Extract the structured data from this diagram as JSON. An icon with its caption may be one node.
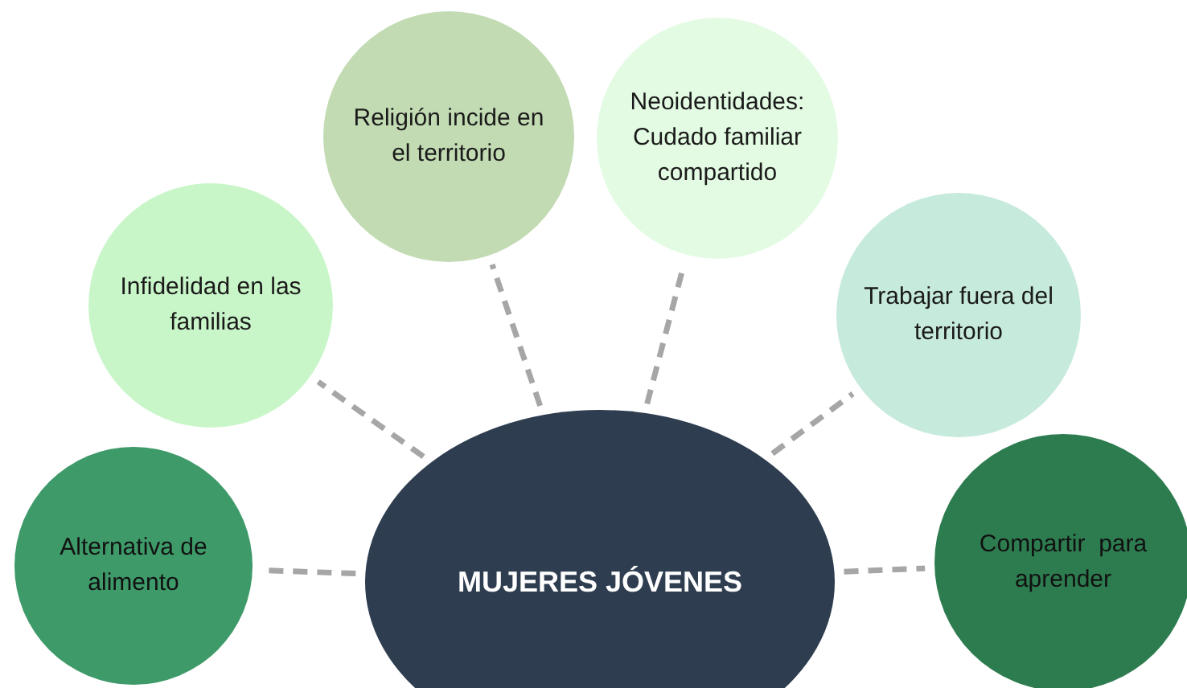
{
  "diagram": {
    "nodes": [
      {
        "text": [
          "Religión incide en el territorio"
        ]
      },
      {
        "text": [
          "Neoidentidades: Cudado familiar compartido"
        ]
      },
      {
        "text": [
          "Infidelidad en las familias"
        ]
      },
      {
        "text": [
          "Trabajar fuera del territorio"
        ]
      },
      {
        "text": [
          "Alternativa de alimento"
        ]
      },
      {
        "text": [
          "MUJERES JÓVENES"
        ]
      },
      {
        "text": [
          "Compartir  para aprender"
        ]
      }
    ],
    "edges": [
      {
        "from": 5,
        "to": 0,
        "arrow": "none",
        "style": "dashed"
      },
      {
        "from": 5,
        "to": 1,
        "arrow": "none",
        "style": "dashed"
      },
      {
        "from": 5,
        "to": 2,
        "arrow": "none",
        "style": "dashed"
      },
      {
        "from": 5,
        "to": 3,
        "arrow": "none",
        "style": "dashed"
      },
      {
        "from": 5,
        "to": 4,
        "arrow": "none",
        "style": "dashed"
      },
      {
        "from": 5,
        "to": 6,
        "arrow": "none",
        "style": "dashed"
      }
    ]
  }
}
